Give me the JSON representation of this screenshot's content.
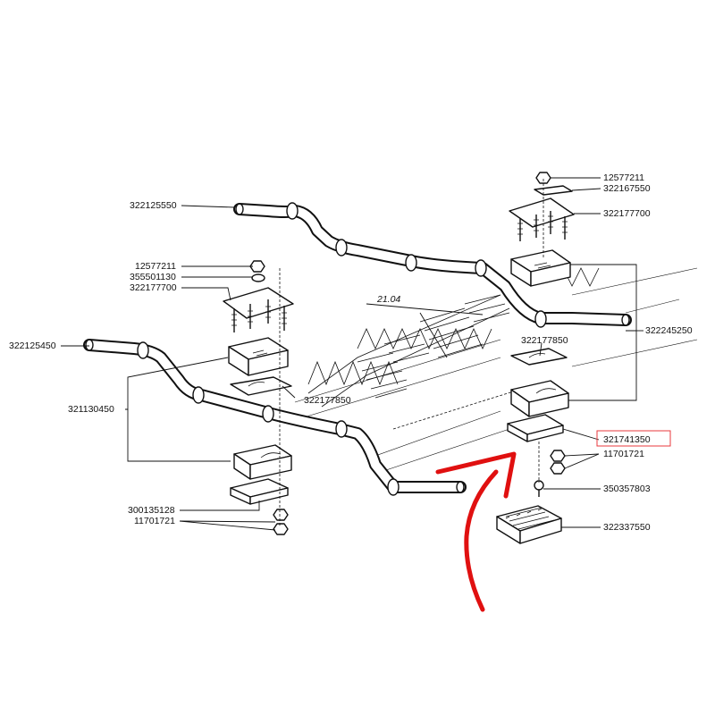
{
  "diagram": {
    "labels": {
      "rear_bar": "322125550",
      "front_bar": "322125450",
      "nut_left": "12577211",
      "washer_left": "355501130",
      "ubolt_left": "322177700",
      "bracket_left": "321130450",
      "clamp_left": "322177850",
      "spacer_left": "300135128",
      "nut_bottom_left": "11701721",
      "nut_right": "12577211",
      "plate_right": "322167550",
      "ubolt_right": "322177700",
      "clamp_right": "322177850",
      "bracket_right": "322245250",
      "highlighted": "321741350",
      "nut_right_lower": "11701721",
      "bolt_right": "350357803",
      "pad_right": "322337550",
      "ref_section": "21.04"
    },
    "highlight_color": "#e8383d",
    "arrow_color": "#e01010"
  }
}
